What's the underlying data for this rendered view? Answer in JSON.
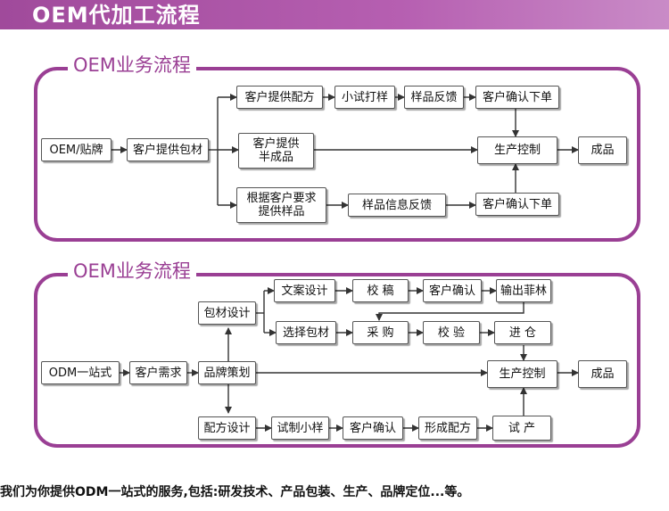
{
  "header": {
    "title": "OEM代加工流程"
  },
  "panel1": {
    "title": "OEM业务流程",
    "nodes": {
      "oem_label": "OEM/贴牌",
      "supply_packaging": "客户提供包材",
      "supply_formula": "客户提供配方",
      "trial_sample": "小试打样",
      "sample_feedback": "样品反馈",
      "order_confirm_top": "客户确认下单",
      "semi_finished": "客户提供\n半成品",
      "production": "生产控制",
      "finished": "成品",
      "custom_sample": "根据客户要求\n提供样品",
      "sample_info_feedback": "样品信息反馈",
      "order_confirm_bottom": "客户确认下单"
    }
  },
  "panel2": {
    "title": "OEM业务流程",
    "nodes": {
      "odm_label": "ODM一站式",
      "customer_needs": "客户需求",
      "brand_planning": "品牌策划",
      "packaging_design": "包材设计",
      "copy_design": "文案设计",
      "proofread": "校 稿",
      "customer_confirm_top": "客户确认",
      "output_film": "输出菲林",
      "choose_packaging": "选择包材",
      "procurement": "采 购",
      "inspection": "校 验",
      "warehouse": "进 仓",
      "production": "生产控制",
      "finished": "成品",
      "formula_design": "配方设计",
      "trial_small_sample": "试制小样",
      "customer_confirm_bottom": "客户确认",
      "form_formula": "形成配方",
      "trial_production": "试 产"
    }
  },
  "footer": {
    "text": "我们为你提供ODM一站式的服务,包括:研发技术、产品包装、生产、品牌定位...等。"
  },
  "colors": {
    "accent": "#9a3f94",
    "header": "#a04a9b",
    "arrow": "#333333"
  }
}
